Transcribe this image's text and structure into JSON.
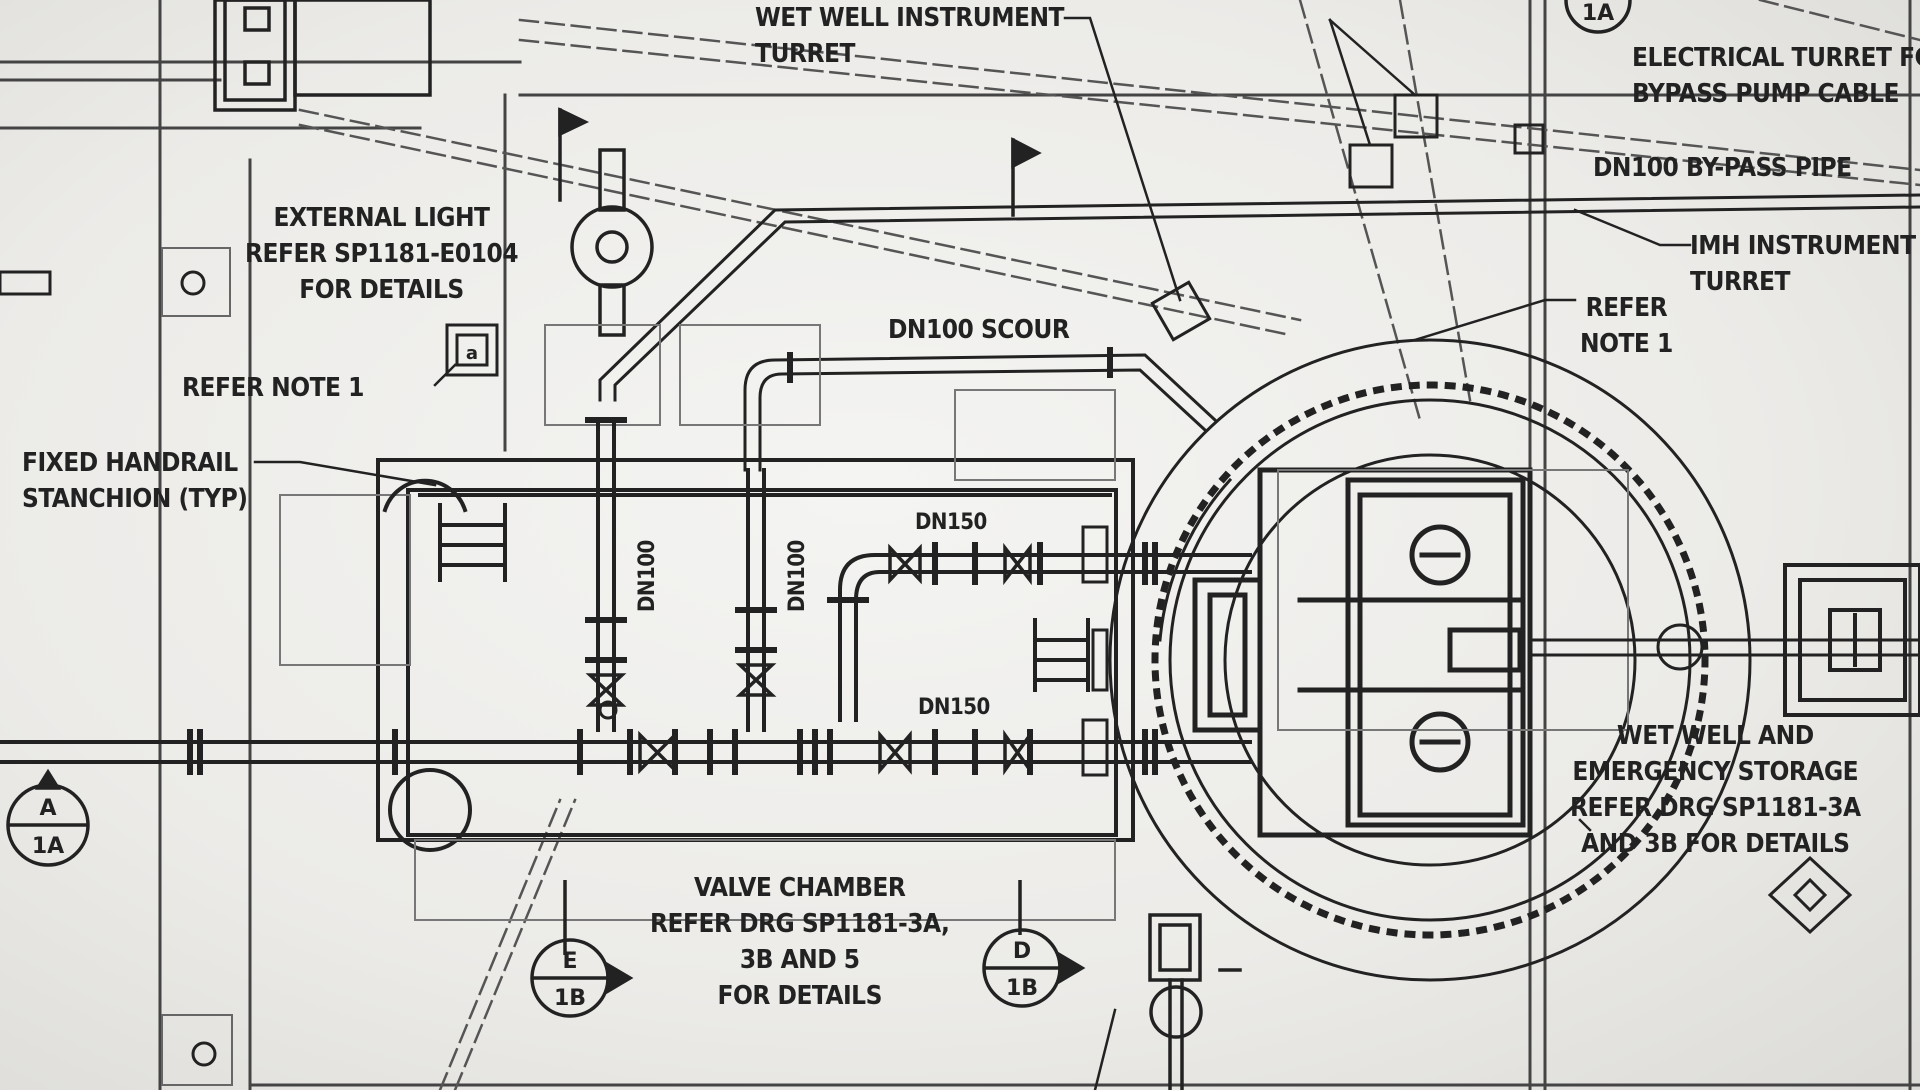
{
  "labels": {
    "wet_well_turret": "WET WELL INSTRUMENT\nTURRET",
    "electrical_turret": "ELECTRICAL TURRET FC\nBYPASS PUMP CABLE",
    "bypass_pipe": "DN100 BY-PASS PIPE",
    "imh_turret": "IMH INSTRUMENT\nTURRET",
    "refer_note_right": "REFER\nNOTE 1",
    "external_light": "EXTERNAL LIGHT\nREFER SP1181-E0104\nFOR DETAILS",
    "refer_note_left": "REFER NOTE 1",
    "handrail": "FIXED HANDRAIL\nSTANCHION (TYP)",
    "dn100_scour": "DN100 SCOUR",
    "dn100_a": "DN100",
    "dn100_b": "DN100",
    "dn150_top": "DN150",
    "dn150_bottom": "DN150",
    "valve_chamber": "VALVE CHAMBER\nREFER DRG SP1181-3A,\n3B AND 5\nFOR DETAILS",
    "wet_well_storage": "WET WELL AND\nEMERGENCY STORAGE\nREFER DRG SP1181-3A\nAND 3B FOR DETAILS"
  },
  "section_markers": [
    {
      "letter": "A",
      "sheet": "1A"
    },
    {
      "letter": "E",
      "sheet": "1B"
    },
    {
      "letter": "D",
      "sheet": "1B"
    },
    {
      "letter": "",
      "sheet": "1A"
    }
  ],
  "equipment_tags": {
    "light_tag": "a"
  },
  "colors": {
    "paper": "#f1f1ee",
    "ink": "#222222",
    "faint": "#8a8a8a"
  }
}
